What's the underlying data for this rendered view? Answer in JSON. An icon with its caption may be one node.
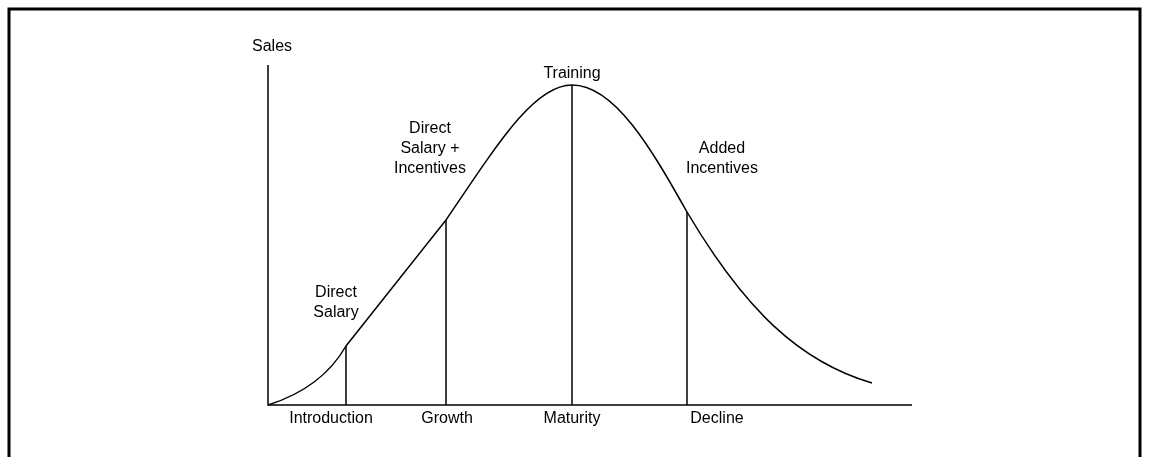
{
  "diagram": {
    "labels": [
      "Sales",
      "Training",
      "Direct Salary + Incentives",
      "Added Incentives",
      "Direct Salary",
      "Introduction",
      "Growth",
      "Maturity",
      "Decline"
    ]
  }
}
